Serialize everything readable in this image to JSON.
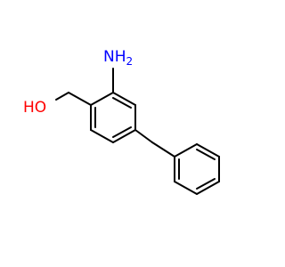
{
  "molecule": {
    "atoms": [
      {
        "id": "oh",
        "text": "HO",
        "color": "#ff0000"
      },
      {
        "id": "nh2",
        "text": "NH",
        "subscript": "2",
        "color": "#0000ff"
      }
    ]
  }
}
